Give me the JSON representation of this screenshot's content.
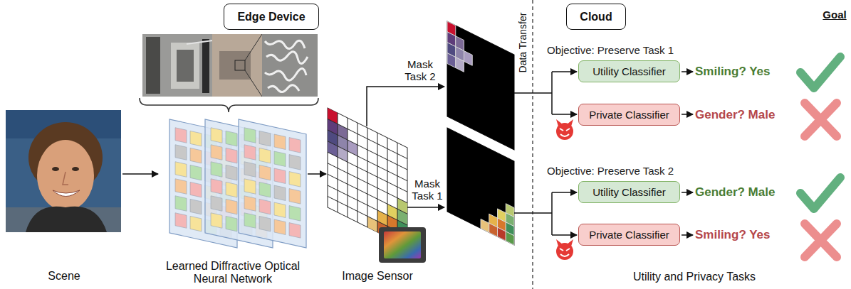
{
  "diagram": {
    "nodes": [
      {
        "text": [
          "Edge Device"
        ]
      },
      {
        "text": [
          "Cloud"
        ]
      },
      {
        "text": [
          "Scene"
        ]
      },
      {
        "text": [
          "Learned Diffractive Optical Neural Network"
        ]
      },
      {
        "text": [
          "Image Sensor"
        ]
      },
      {
        "text": [
          "Utility Classifier"
        ]
      },
      {
        "text": [
          "Private Classifier"
        ]
      },
      {
        "text": [
          "Utility Classifier"
        ]
      },
      {
        "text": [
          "Private Classifier"
        ]
      }
    ],
    "edges": [
      {
        "from": 2,
        "to": 3,
        "arrow": "to"
      },
      {
        "from": 3,
        "to": 4,
        "arrow": "to"
      }
    ],
    "labels": [
      "Goal",
      "Mask Task 2",
      "Mask Task 1",
      "Data Transfer",
      "Objective: Preserve Task 1",
      "Smiling? Yes",
      "Gender? Male",
      "Objective: Preserve Task 2",
      "Gender? Male",
      "Smiling? Yes",
      "Utility and Privacy Tasks"
    ]
  }
}
